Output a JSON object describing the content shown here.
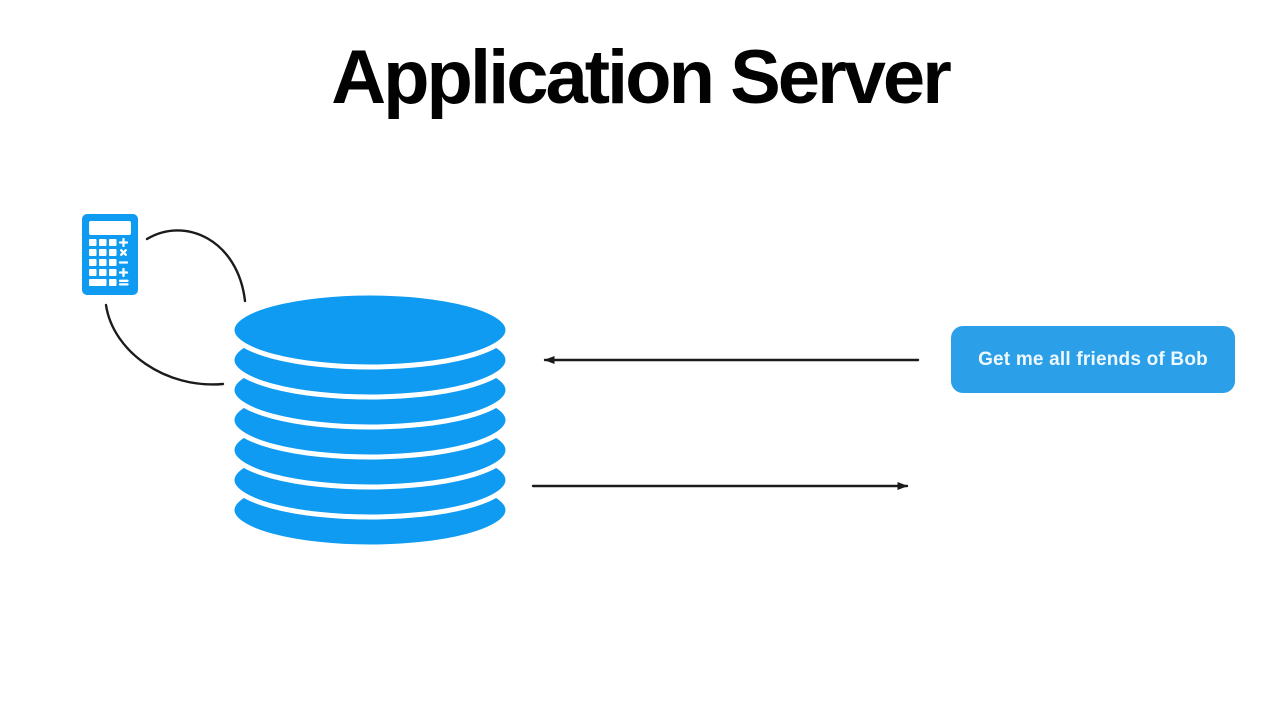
{
  "title": "Application Server",
  "colors": {
    "background": "#ffffff",
    "primary_blue": "#109bf2",
    "box_blue": "#2b9fe8",
    "box_text": "#eef8ff",
    "line": "#1b1b1b",
    "title_text": "#020202"
  },
  "request_box": {
    "label": "Get me all friends of Bob"
  },
  "diagram": {
    "client_icon": "calculator-icon",
    "calculator_operator_keys": [
      "+",
      "×",
      "−",
      "+",
      "="
    ],
    "database_icon": "database-icon",
    "database_disk_count": 7,
    "arrows": [
      {
        "name": "request-arrow",
        "direction": "right-to-left"
      },
      {
        "name": "response-arrow",
        "direction": "left-to-right"
      }
    ],
    "loop_curve_count": 2
  }
}
